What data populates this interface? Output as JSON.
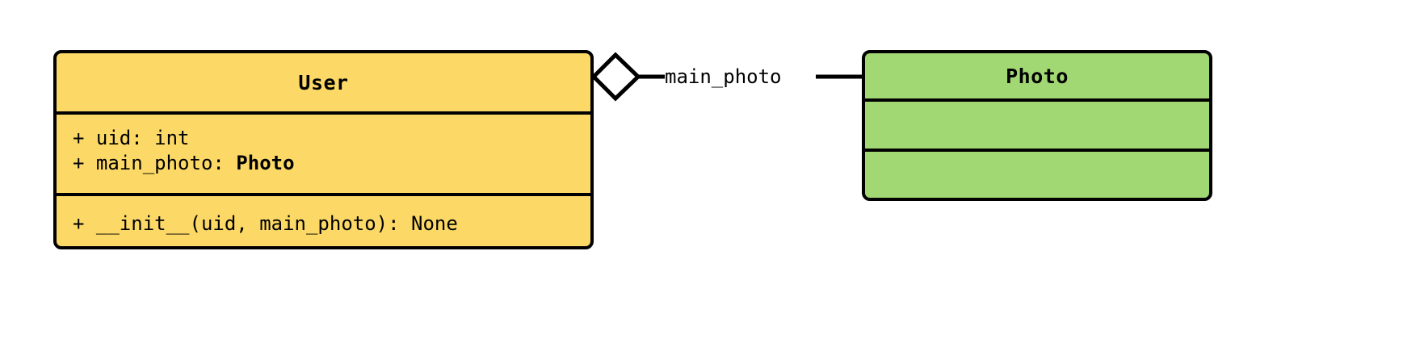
{
  "diagram": {
    "kind": "uml-class-diagram",
    "background": "#ffffff",
    "stroke_color": "#000000"
  },
  "classes": [
    {
      "id": "user",
      "name": "User",
      "fill": "#fcd966",
      "attributes": [
        {
          "text": "+ uid: int",
          "visibility": "+",
          "name": "uid",
          "type": "int",
          "bold_type": false
        },
        {
          "prefix": "+ main_photo: ",
          "type": "Photo",
          "bold_type": true
        }
      ],
      "methods": [
        {
          "text": "+ __init__(uid, main_photo): None",
          "visibility": "+",
          "name": "__init__",
          "params": "uid, main_photo",
          "returns": "None"
        }
      ]
    },
    {
      "id": "photo",
      "name": "Photo",
      "fill": "#a2d873",
      "attributes": [],
      "methods": []
    }
  ],
  "relationships": [
    {
      "type": "aggregation",
      "source": "User",
      "target": "Photo",
      "label": "main_photo",
      "diamond": "hollow",
      "diamond_fill": "#ffffff"
    }
  ]
}
